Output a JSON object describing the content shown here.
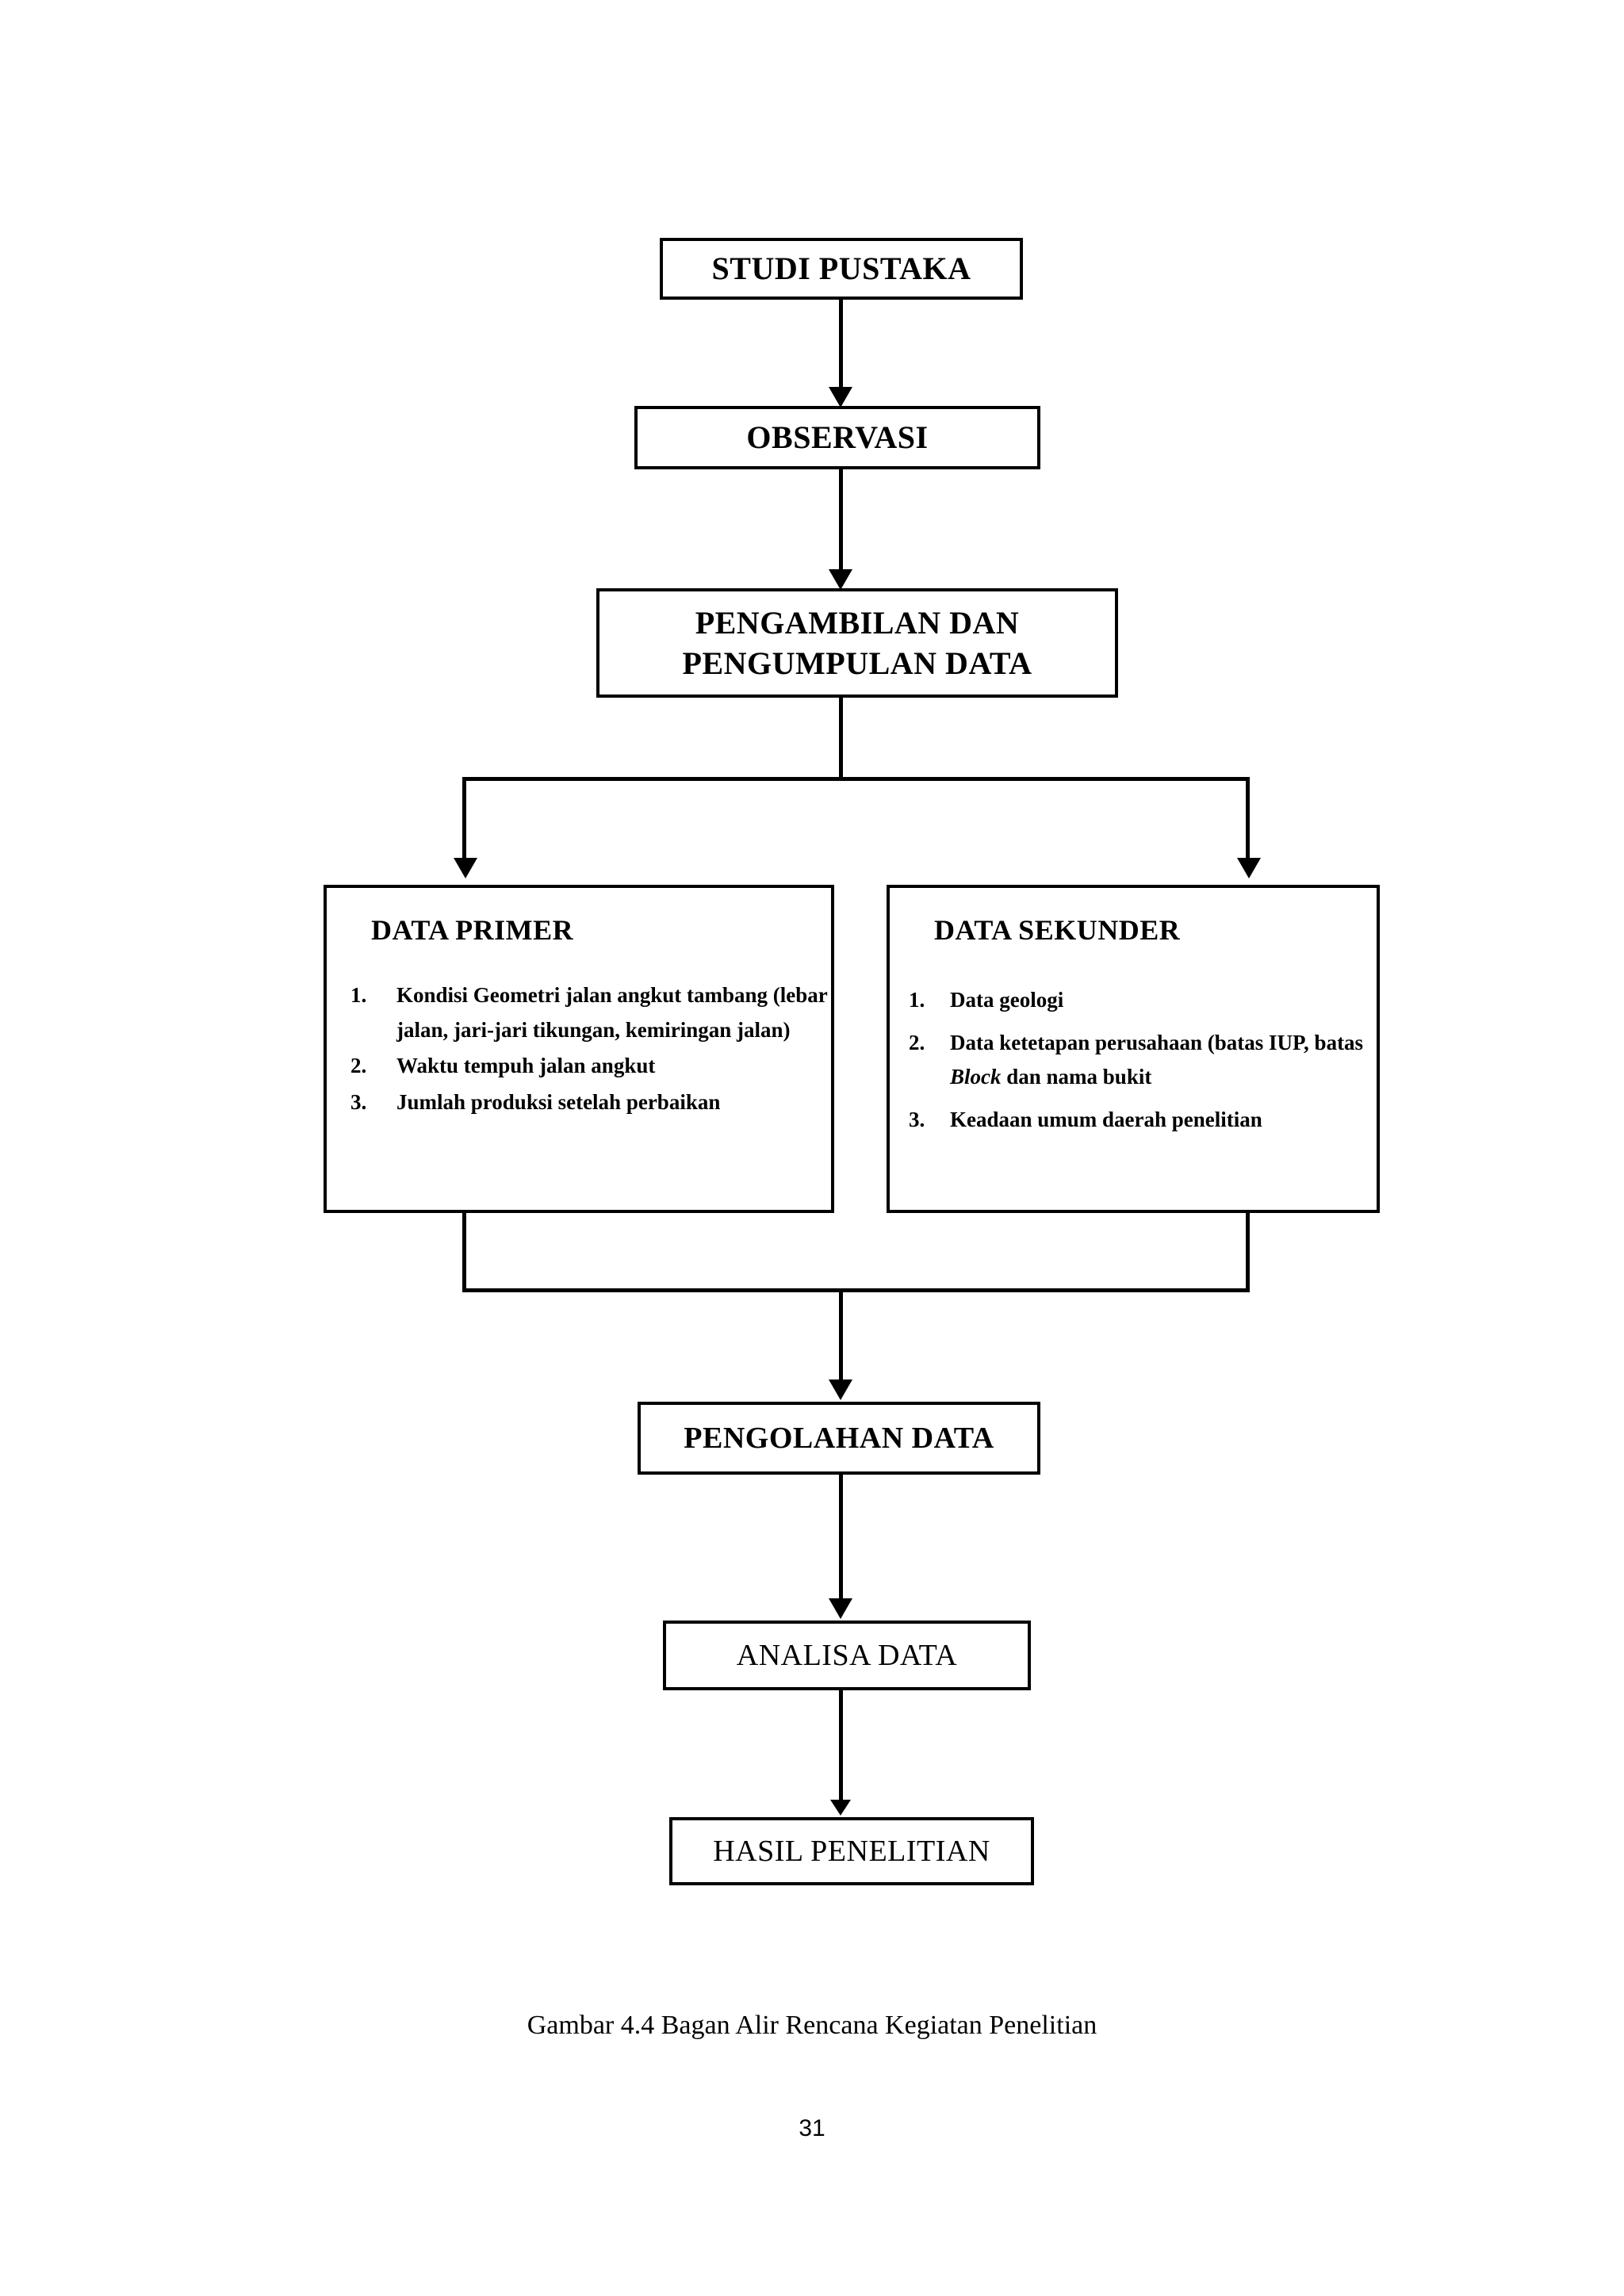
{
  "document": {
    "figure_caption": "Gambar 4.4 Bagan Alir  Rencana Kegiatan Penelitian",
    "page_number": "31"
  },
  "flowchart": {
    "nodes": {
      "studi_pustaka": "STUDI PUSTAKA",
      "observasi": "OBSERVASI",
      "pengambilan_line1": "PENGAMBILAN DAN",
      "pengambilan_line2": "PENGUMPULAN DATA",
      "pengolahan": "PENGOLAHAN  DATA",
      "analisa": "ANALISA DATA",
      "hasil": "HASIL  PENELITIAN"
    },
    "data_primer": {
      "title": "DATA PRIMER",
      "items": [
        {
          "num": "1.",
          "text": "Kondisi Geometri  jalan angkut tambang  (lebar jalan, jari-jari tikungan, kemiringan jalan)"
        },
        {
          "num": "2.",
          "text": "Waktu tempuh  jalan angkut"
        },
        {
          "num": "3.",
          "text": "Jumlah produksi  setelah perbaikan"
        }
      ]
    },
    "data_sekunder": {
      "title": "DATA SEKUNDER",
      "items": [
        {
          "num": "1.",
          "text_before": "Data geologi",
          "italic": "",
          "text_after": ""
        },
        {
          "num": "2.",
          "text_before": "Data ketetapan perusahaan (batas IUP, batas ",
          "italic": "Block",
          "text_after": " dan nama  bukit"
        },
        {
          "num": "3.",
          "text_before": "Keadaan  umum  daerah penelitian",
          "italic": "",
          "text_after": ""
        }
      ]
    },
    "connector_names": [
      "studi-to-observasi",
      "observasi-to-pengambilan",
      "pengambilan-split",
      "split-to-data-primer",
      "split-to-data-sekunder",
      "data-merge",
      "merge-to-pengolahan",
      "pengolahan-to-analisa",
      "analisa-to-hasil"
    ],
    "colors": {
      "stroke": "#000000",
      "fill": "#ffffff",
      "text": "#000000"
    }
  }
}
